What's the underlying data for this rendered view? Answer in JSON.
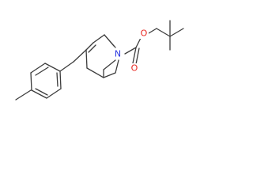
{
  "molecule": {
    "atoms": {
      "oxygen_ether": {
        "symbol": "O",
        "color": "#e8251f"
      },
      "oxygen_carbonyl": {
        "symbol": "O",
        "color": "#e8251f"
      },
      "nitrogen": {
        "symbol": "N",
        "color": "#2b37e0"
      }
    },
    "bond_color": "#3c3c3c"
  }
}
